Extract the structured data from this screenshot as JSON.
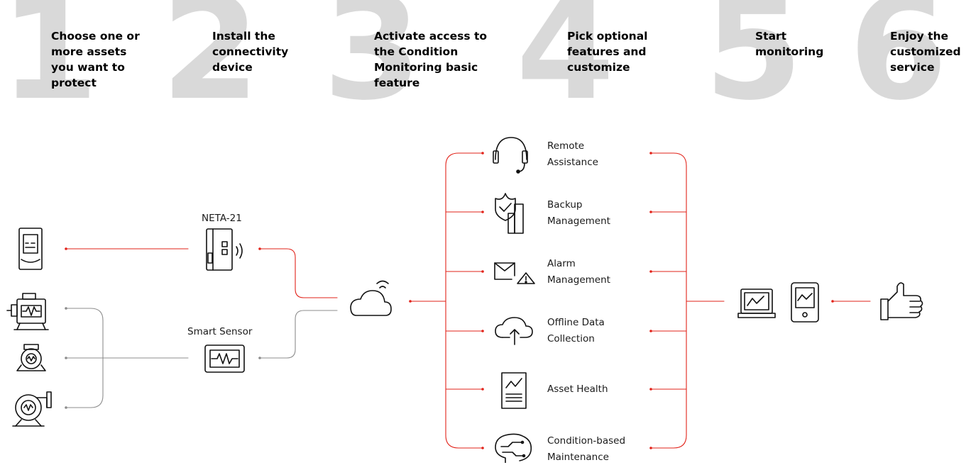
{
  "steps": [
    {
      "number": "1",
      "text": "Choose one or more assets you want to protect"
    },
    {
      "number": "2",
      "text": "Install the connectivity device"
    },
    {
      "number": "3",
      "text": "Activate access to the Condition Monitoring basic feature"
    },
    {
      "number": "4",
      "text": "Pick optional features and customize"
    },
    {
      "number": "5",
      "text": "Start monitoring"
    },
    {
      "number": "6",
      "text": "Enjoy the customized service"
    }
  ],
  "devices": {
    "neta": "NETA-21",
    "smart_sensor": "Smart Sensor"
  },
  "features": [
    {
      "label": "Remote\nAssistance",
      "icon": "headset-icon"
    },
    {
      "label": "Backup\nManagement",
      "icon": "shield-check-icon"
    },
    {
      "label": "Alarm\nManagement",
      "icon": "envelope-alert-icon"
    },
    {
      "label": "Offline Data\nCollection",
      "icon": "cloud-upload-icon"
    },
    {
      "label": "Asset Health",
      "icon": "document-chart-icon"
    },
    {
      "label": "Condition-based\nMaintenance",
      "icon": "brain-circuit-icon"
    }
  ],
  "colors": {
    "accent_line": "#e2231a",
    "neutral_line": "#8c8c8c",
    "step_number": "#d9d9d9"
  }
}
